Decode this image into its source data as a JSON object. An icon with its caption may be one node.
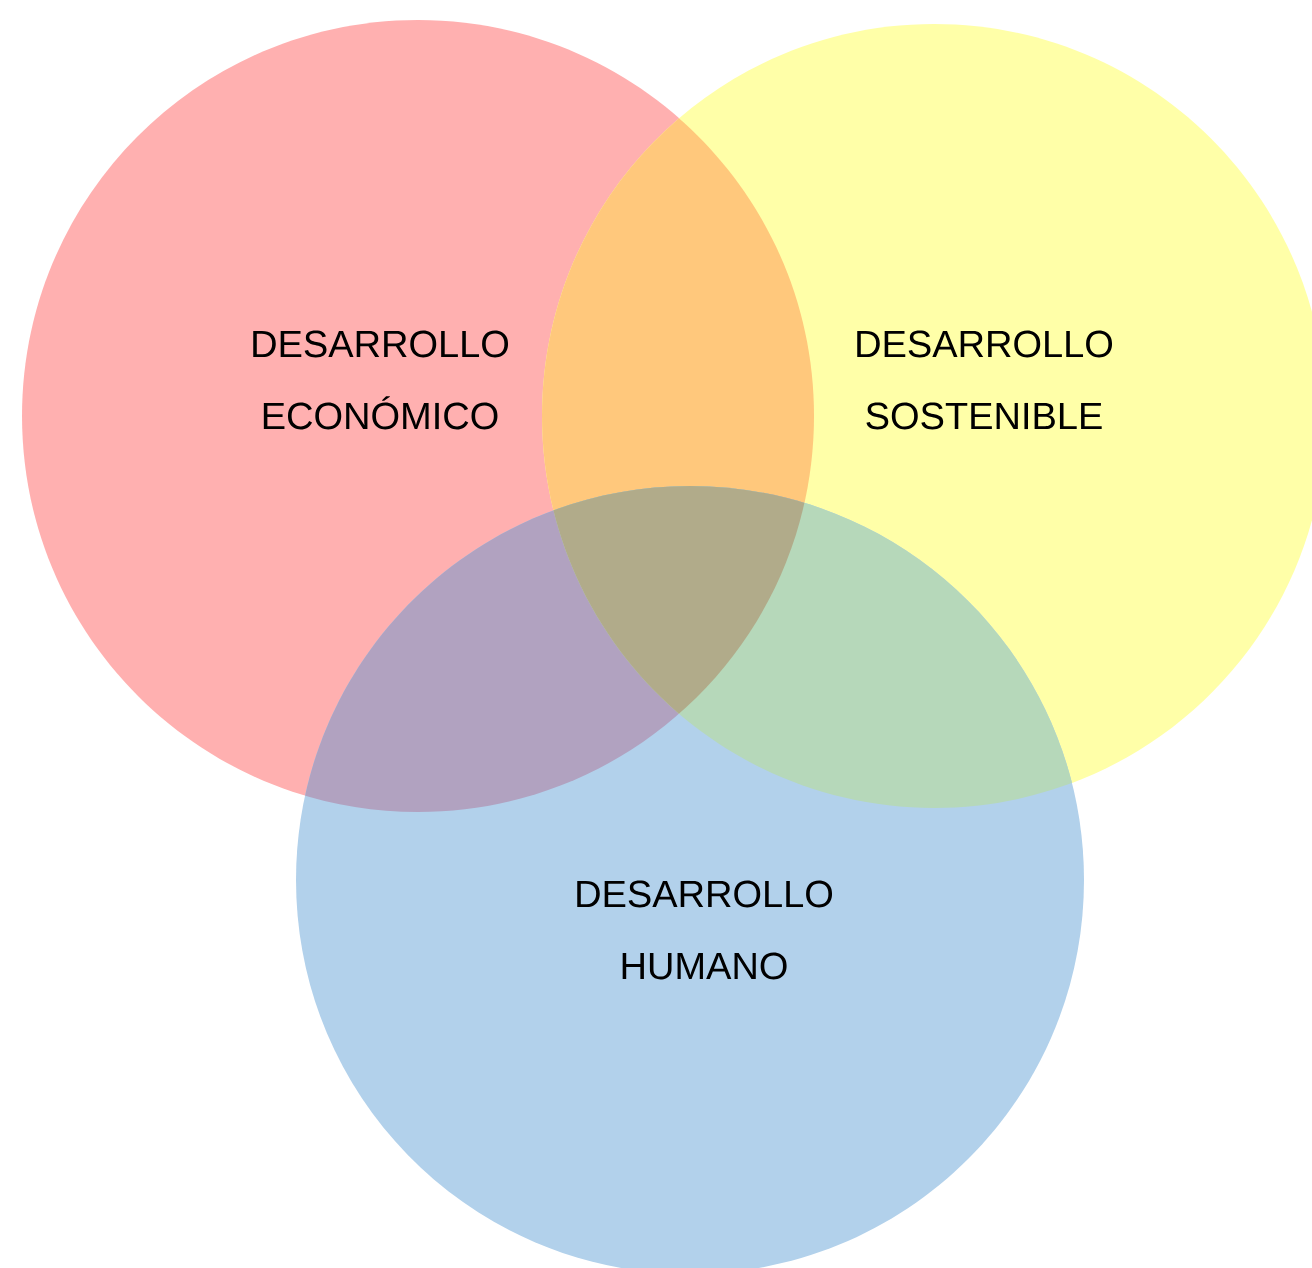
{
  "diagram": {
    "nodes": [
      {
        "text": [
          "DESARROLLO ECONÓMICO"
        ]
      },
      {
        "text": [
          "DESARROLLO SOSTENIBLE"
        ]
      },
      {
        "text": [
          "DESARROLLO HUMANO"
        ]
      }
    ]
  }
}
